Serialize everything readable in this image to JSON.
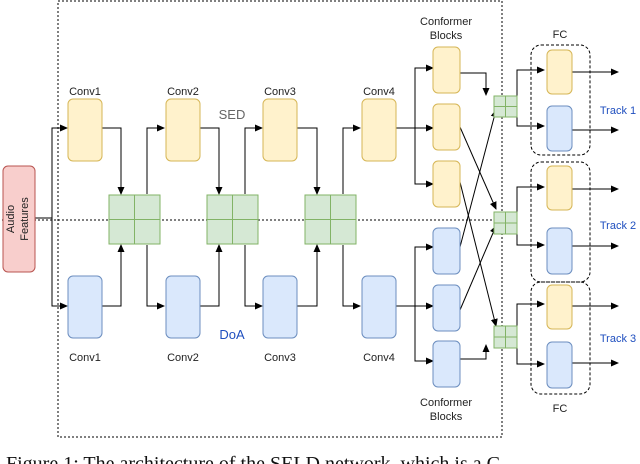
{
  "input_label_line1": "Audio",
  "input_label_line2": "Features",
  "sed_label": "SED",
  "doa_label": "DoA",
  "conv_labels": [
    "Conv1",
    "Conv2",
    "Conv3",
    "Conv4"
  ],
  "conformer_top_line1": "Conformer",
  "conformer_top_line2": "Blocks",
  "conformer_bottom_line1": "Conformer",
  "conformer_bottom_line2": "Blocks",
  "fc_top_label": "FC",
  "fc_bottom_label": "FC",
  "tracks": [
    "Track 1",
    "Track 2",
    "Track 3"
  ],
  "caption": "Figure 1:  The architecture of the SELD network, which is a C",
  "colors": {
    "sed_fill": "#fff2cc",
    "sed_stroke": "#d6b656",
    "doa_fill": "#dae8fc",
    "doa_stroke": "#6c8ebf",
    "fusion_fill": "#d5e8d4",
    "fusion_stroke": "#82b366",
    "input_fill": "#f8cecc",
    "input_stroke": "#b85450"
  }
}
